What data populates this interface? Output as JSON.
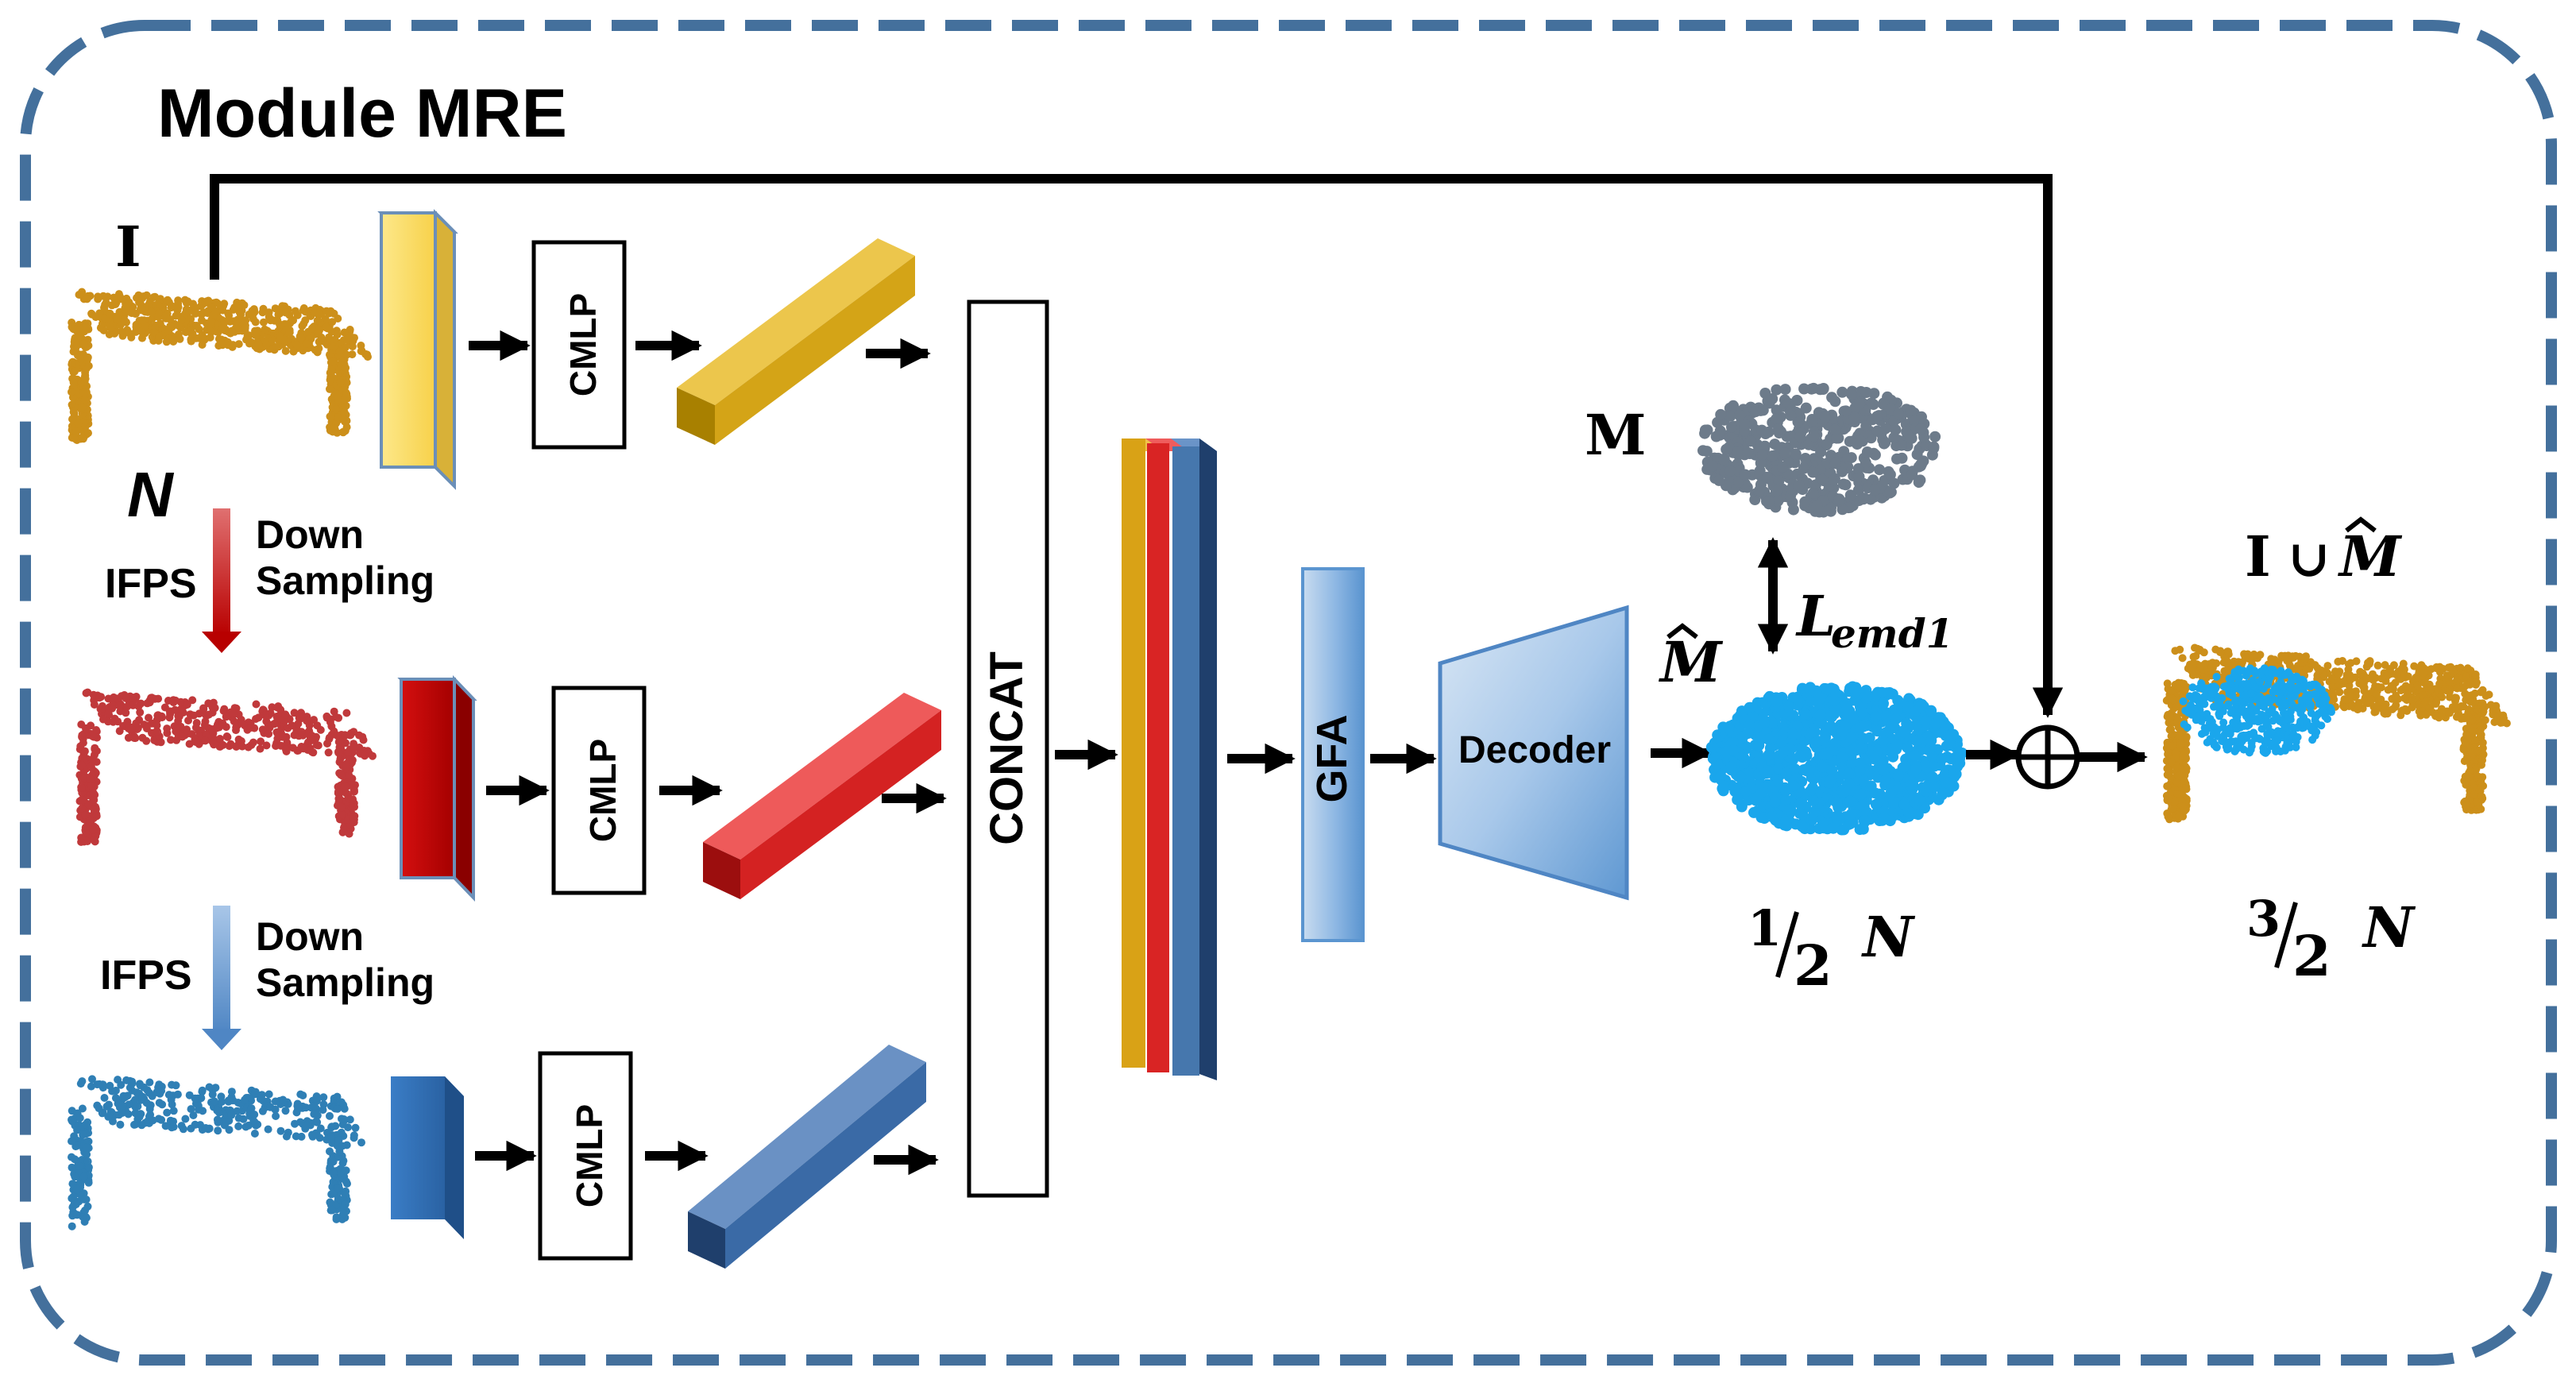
{
  "diagram": {
    "title": "Module MRE",
    "inputs": {
      "I": "I",
      "N": "N",
      "ifps_1": "IFPS",
      "ifps_2": "IFPS",
      "down_1": "Down",
      "sampling_1": "Sampling",
      "down_2": "Down",
      "sampling_2": "Sampling"
    },
    "blocks": {
      "cmlp_1": "CMLP",
      "cmlp_2": "CMLP",
      "cmlp_3": "CMLP",
      "concat": "CONCAT",
      "gfa": "GFA",
      "decoder": "Decoder"
    },
    "outputs": {
      "M": "M",
      "M_hat": "M",
      "loss_L": "L",
      "loss_sub": "emd1",
      "union_I": "I",
      "union_op": "∪",
      "union_M": "M",
      "half_num": "1",
      "half_den": "2",
      "half_N": "N",
      "threehalf_num": "3",
      "threehalf_den": "2",
      "threehalf_N": "N",
      "plus_symbol": "⊕"
    },
    "colors": {
      "frame": "#44709c",
      "orange_cloud": "#cc8f1a",
      "red_cloud": "#c0393b",
      "blue_cloud": "#2f7fb5",
      "gray_cloud": "#6d7b8a",
      "cyan_cloud": "#1aa6ec",
      "red_arrow": "#c00000",
      "blue_arrow": "#5b8fc9"
    }
  }
}
